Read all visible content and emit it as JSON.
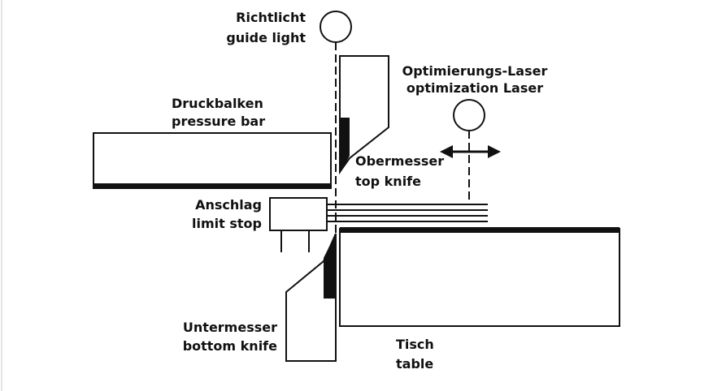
{
  "labels": {
    "guide_light": {
      "de": "Richtlicht",
      "en": "guide light"
    },
    "optimization_laser": {
      "de": "Optimierungs-Laser",
      "en": "optimization Laser"
    },
    "pressure_bar": {
      "de": "Druckbalken",
      "en": "pressure bar"
    },
    "top_knife": {
      "de": "Obermesser",
      "en": "top knife"
    },
    "limit_stop": {
      "de": "Anschlag",
      "en": "limit stop"
    },
    "bottom_knife": {
      "de": "Untermesser",
      "en": "bottom knife"
    },
    "table": {
      "de": "Tisch",
      "en": "table"
    }
  },
  "colors": {
    "ink": "#111111",
    "background": "#ffffff"
  }
}
